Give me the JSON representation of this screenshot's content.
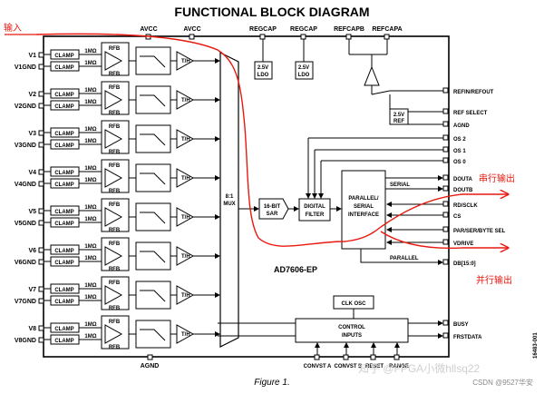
{
  "title": "FUNCTIONAL BLOCK DIAGRAM",
  "caption": "Figure 1.",
  "chip_name": "AD7606-EP",
  "channels": [
    {
      "pos": "V1",
      "gnd": "V1GND"
    },
    {
      "pos": "V2",
      "gnd": "V2GND"
    },
    {
      "pos": "V3",
      "gnd": "V3GND"
    },
    {
      "pos": "V4",
      "gnd": "V4GND"
    },
    {
      "pos": "V5",
      "gnd": "V5GND"
    },
    {
      "pos": "V6",
      "gnd": "V6GND"
    },
    {
      "pos": "V7",
      "gnd": "V7GND"
    },
    {
      "pos": "V8",
      "gnd": "V8GND"
    }
  ],
  "clamp_label": "CLAMP",
  "resistor_label": "1MΩ",
  "rfb_label": "RFB",
  "th_label": "T/H",
  "mux_label": [
    "8:1",
    "MUX"
  ],
  "sar_label": [
    "16-BIT",
    "SAR"
  ],
  "filter_label": [
    "DIGITAL",
    "FILTER"
  ],
  "interface_label": [
    "PARALLEL/",
    "SERIAL",
    "INTERFACE"
  ],
  "ldo_label": [
    "2.5V",
    "LDO"
  ],
  "ref_label": [
    "2.5V",
    "REF"
  ],
  "clk_osc": "CLK OSC",
  "control_label": [
    "CONTROL",
    "INPUTS"
  ],
  "top_pins": {
    "avcc1": "AVCC",
    "avcc2": "AVCC",
    "regcap1": "REGCAP",
    "regcap2": "REGCAP",
    "refcapb": "REFCAPB",
    "refcapa": "REFCAPA"
  },
  "right_pins": [
    "REFIN/REFOUT",
    "REF SELECT",
    "AGND",
    "OS 2",
    "OS 1",
    "OS 0",
    "DOUTA",
    "DOUTB",
    "RD/SCLK",
    "CS",
    "PAR/SER/BYTE SEL",
    "VDRIVE",
    "DB[15:0]",
    "BUSY",
    "FRSTDATA"
  ],
  "bus_labels": {
    "serial": "SERIAL",
    "parallel": "PARALLEL"
  },
  "bottom_pins": [
    "AGND",
    "CONVST A",
    "CONVST B",
    "RESET",
    "RANGE"
  ],
  "annotations": {
    "input": "输入",
    "serial_out": "串行输出",
    "parallel_out": "并行输出"
  },
  "watermarks": {
    "csdn": "CSDN @9527华安",
    "zhihu": "知乎 @FPGA小微hllsq22",
    "doc_id": "16483-001"
  },
  "colors": {
    "line": "#000000",
    "red": "#e8190f",
    "background": "#ffffff"
  }
}
